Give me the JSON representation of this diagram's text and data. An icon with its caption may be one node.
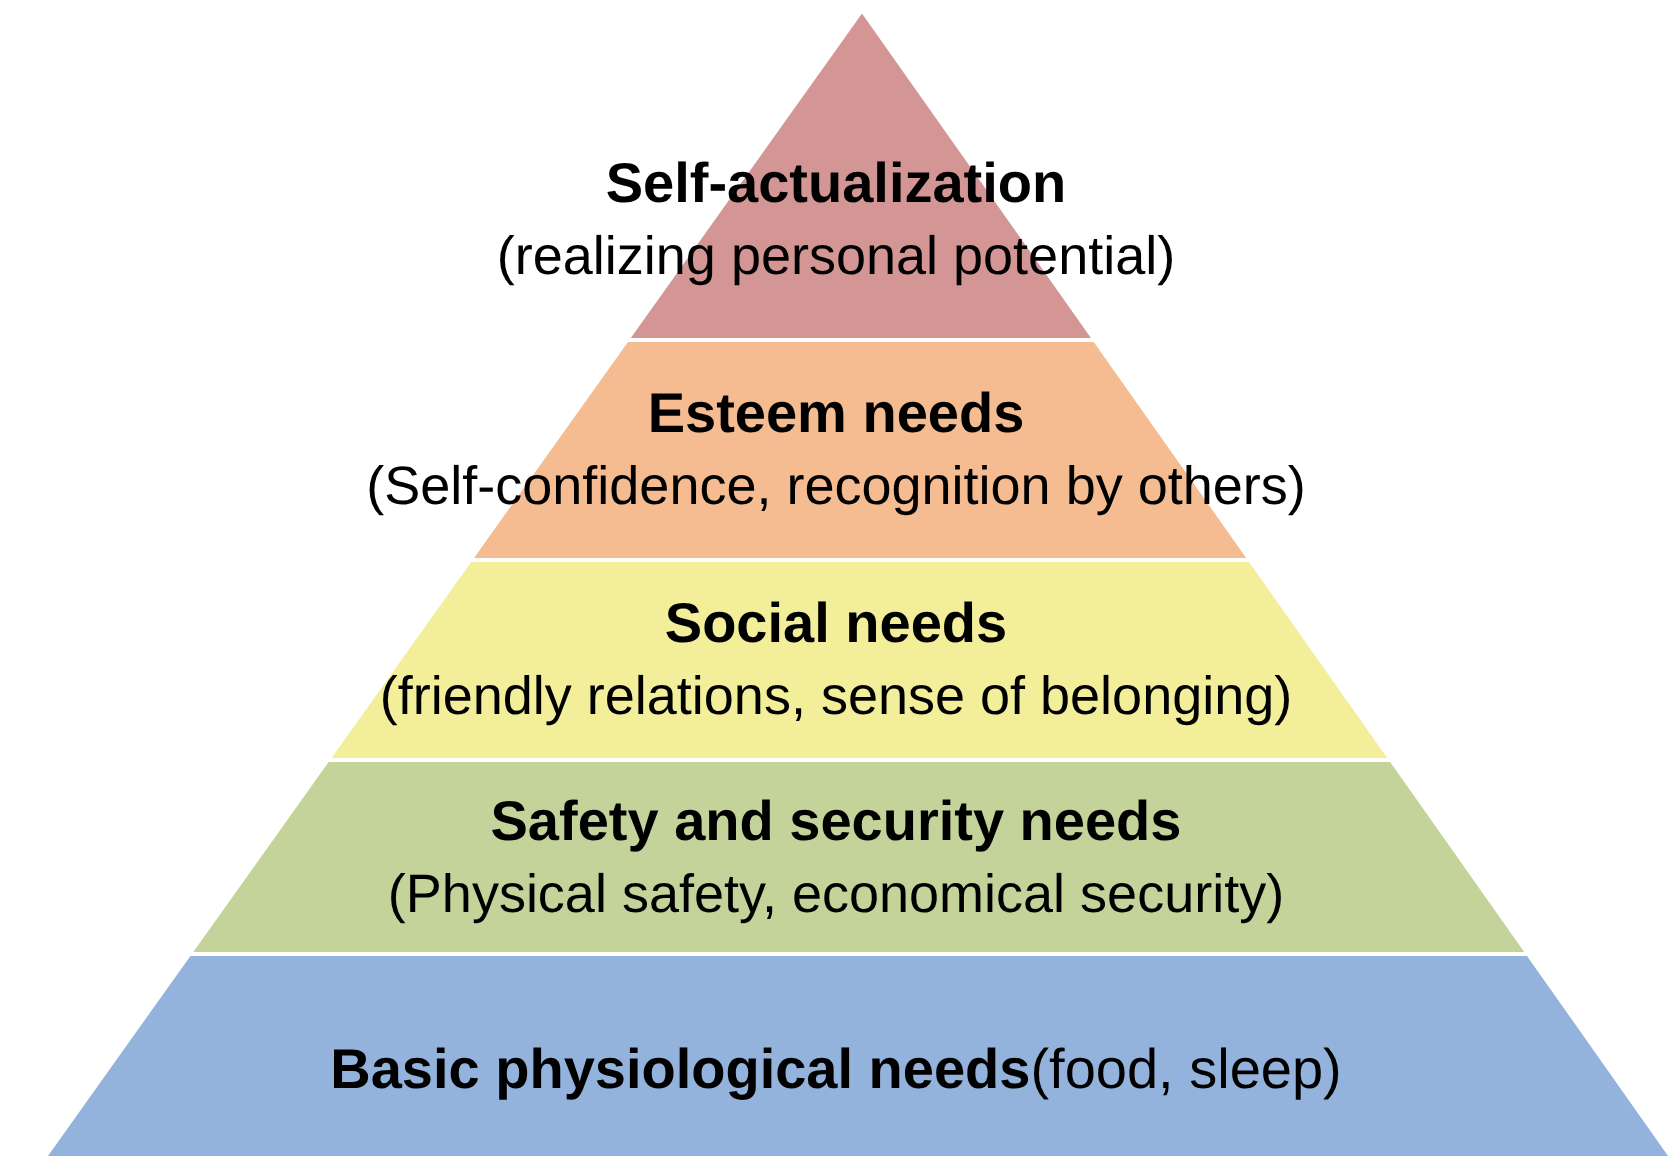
{
  "diagram": {
    "nodes": [
      {
        "text": [
          "Self-actualization",
          "(realizing personal potential)"
        ]
      },
      {
        "text": [
          "Esteem needs",
          "(Self-confidence, recognition by others)"
        ]
      },
      {
        "text": [
          "Social needs",
          "(friendly relations, sense of belonging)"
        ]
      },
      {
        "text": [
          "Safety and security needs",
          "(Physical safety, economical security)"
        ]
      },
      {
        "text": [
          "**Basic physiological needs**(food, sleep)"
        ]
      }
    ]
  }
}
